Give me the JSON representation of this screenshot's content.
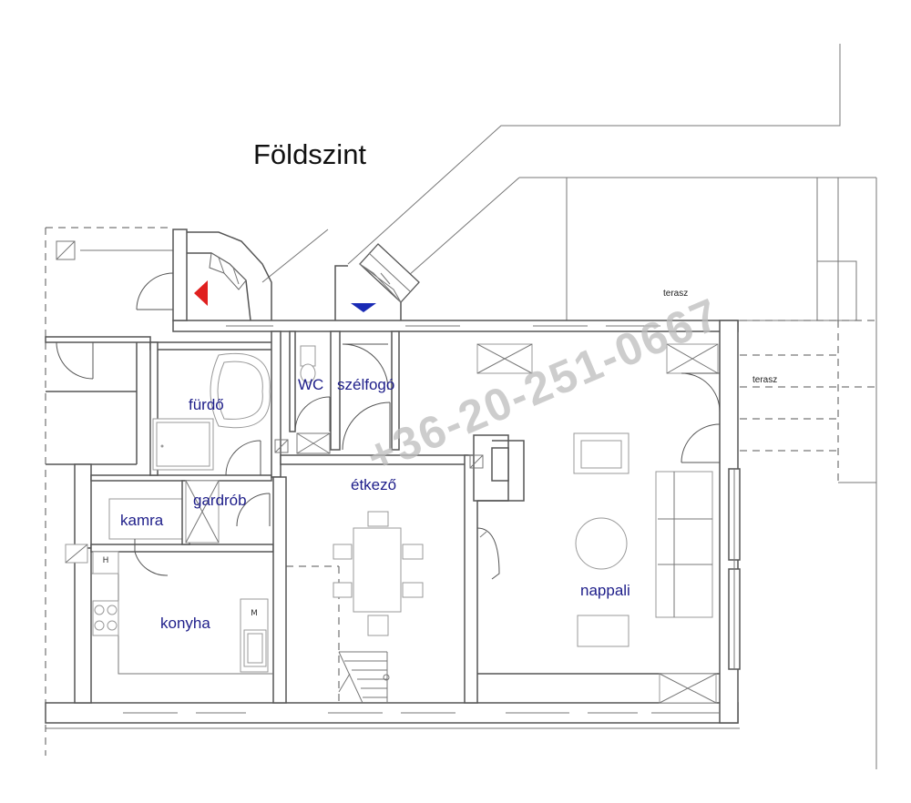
{
  "title": "Földszint",
  "watermark": "+36-20-251-0667",
  "rooms": {
    "furdo": "fürdő",
    "wc": "WC",
    "szelfogo": "szélfogó",
    "gardrob": "gardrób",
    "kamra": "kamra",
    "etkezo": "étkező",
    "konyha": "konyha",
    "nappali": "nappali",
    "terasz_upper": "terasz",
    "terasz_right": "terasz"
  },
  "appliance_marks": {
    "fridge": "H",
    "microwave": "M"
  },
  "entrance_markers": [
    {
      "name": "side-entrance",
      "color": "#e0201f"
    },
    {
      "name": "main-entrance",
      "color": "#1a2bb5"
    }
  ],
  "colors": {
    "room_label": "#1e1e8a"
  }
}
